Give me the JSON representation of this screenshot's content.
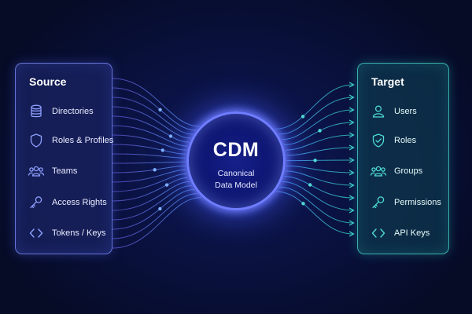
{
  "source": {
    "title": "Source",
    "items": [
      {
        "label": "Directories",
        "icon": "database-icon"
      },
      {
        "label": "Roles & Profiles",
        "icon": "shield-icon"
      },
      {
        "label": "Teams",
        "icon": "group-icon"
      },
      {
        "label": "Access Rights",
        "icon": "key-icon"
      },
      {
        "label": "Tokens / Keys",
        "icon": "code-brackets-icon"
      }
    ]
  },
  "hub": {
    "title": "CDM",
    "subtitle_line1": "Canonical",
    "subtitle_line2": "Data Model"
  },
  "target": {
    "title": "Target",
    "items": [
      {
        "label": "Users",
        "icon": "user-icon"
      },
      {
        "label": "Roles",
        "icon": "shield-check-icon"
      },
      {
        "label": "Groups",
        "icon": "group-icon"
      },
      {
        "label": "Permissions",
        "icon": "key-icon"
      },
      {
        "label": "API Keys",
        "icon": "code-brackets-icon"
      }
    ]
  },
  "colors": {
    "background": "#060b26",
    "source_accent": "#7d8cff",
    "target_accent": "#3fd6d0",
    "hub_ring": "#6f7dff",
    "left_connector": "#8a5cff",
    "right_connector": "#36d2d6"
  }
}
